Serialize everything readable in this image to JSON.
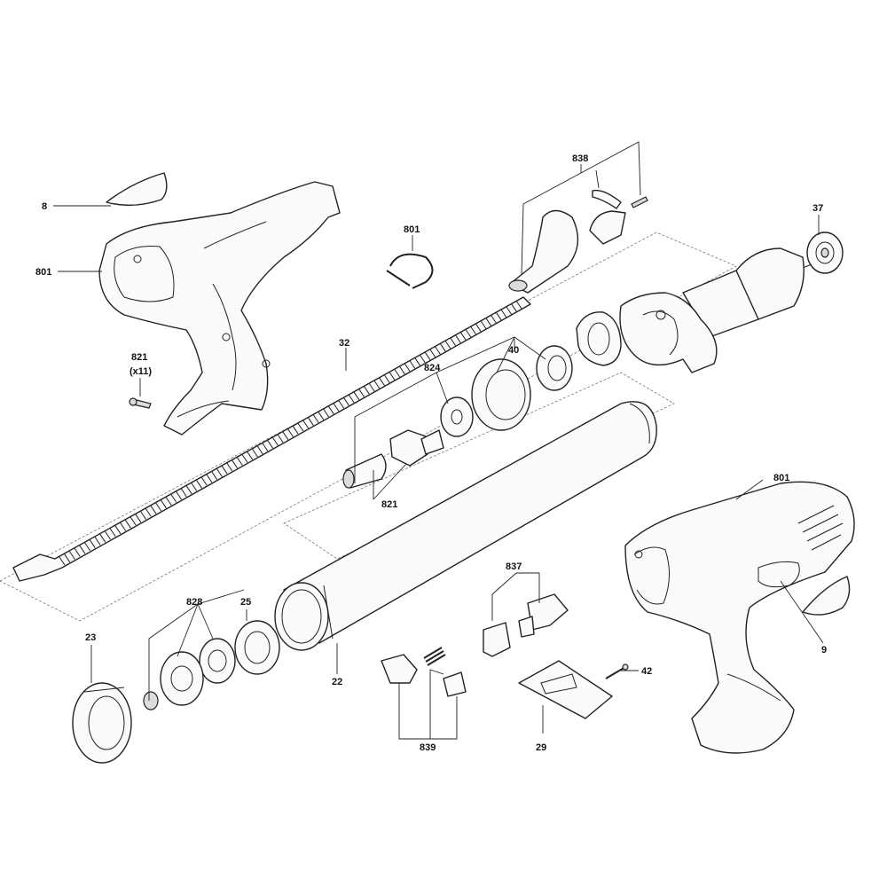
{
  "labels": {
    "p8": "8",
    "p801_housing_left": "801",
    "p821_screws": "821",
    "p821_qty": "(x11)",
    "p801_clip": "801",
    "p838": "838",
    "p37": "37",
    "p32": "32",
    "p40": "40",
    "p824": "824",
    "p821_nut": "821",
    "p801_housing_right": "801",
    "p837": "837",
    "p9": "9",
    "p828": "828",
    "p25": "25",
    "p23": "23",
    "p22": "22",
    "p42": "42",
    "p839": "839",
    "p29": "29"
  }
}
